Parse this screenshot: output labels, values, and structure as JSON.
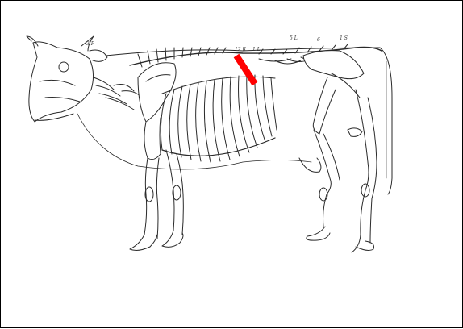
{
  "colors": {
    "ink": "#2a2a2a",
    "bone_fill": "#ffffff",
    "highlight": "#ff0000",
    "frame": "#000000"
  },
  "labels": {
    "spine": [
      "12 R",
      "1 L",
      "5 L",
      "6",
      "1 S"
    ],
    "head": [
      "3 P"
    ]
  },
  "highlight": {
    "label": "12 R"
  }
}
